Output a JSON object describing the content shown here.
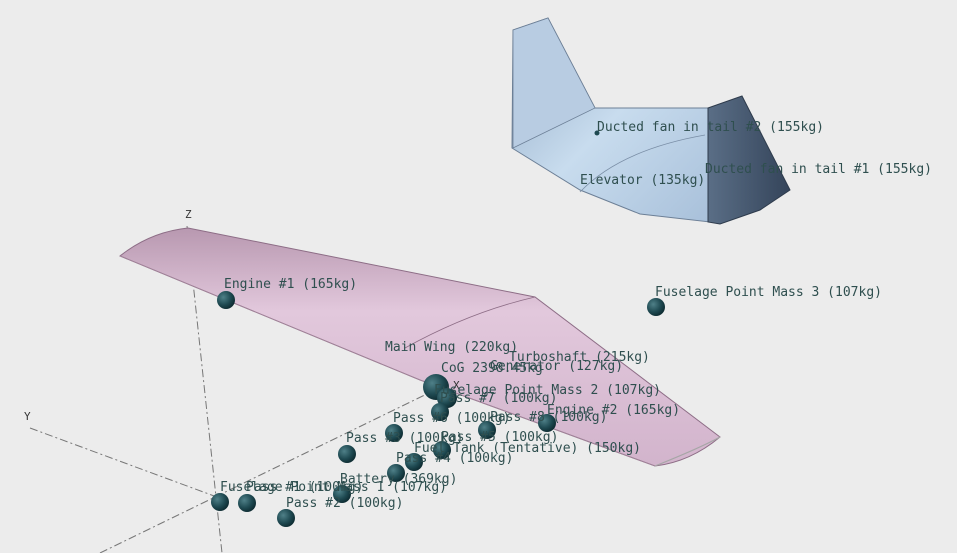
{
  "axes": {
    "z": "Z",
    "y": "Y",
    "x": "X"
  },
  "components": {
    "wing": "Main Wing (220kg)",
    "tail_fan_2": "Ducted fan in tail #2 (155kg)",
    "tail_fan_1": "Ducted fan in tail #1 (155kg)",
    "elevator": "Elevator (135kg)"
  },
  "cog": "CoG 2398.45kg",
  "masses": [
    "Engine #1 (165kg)",
    "Fuselage Point Mass 3 (107kg)",
    "Turboshaft (215kg)",
    "Generator (127kg)",
    "Fuselage Point Mass 2 (107kg)",
    "Pass #7 (100kg)",
    "Pass #6 (100kg)",
    "Pass #8 (100kg)",
    "Engine #2 (165kg)",
    "Pass #3 (100kg)",
    "Pass #5 (100kg)",
    "Fuel Tank (Tentative) (150kg)",
    "Pass #4 (100kg)",
    "Battery (369kg)",
    "Fuselage Point Mass 1 (107kg)",
    "Pass #1 (100kg)",
    "Pass #2 (100kg)"
  ]
}
